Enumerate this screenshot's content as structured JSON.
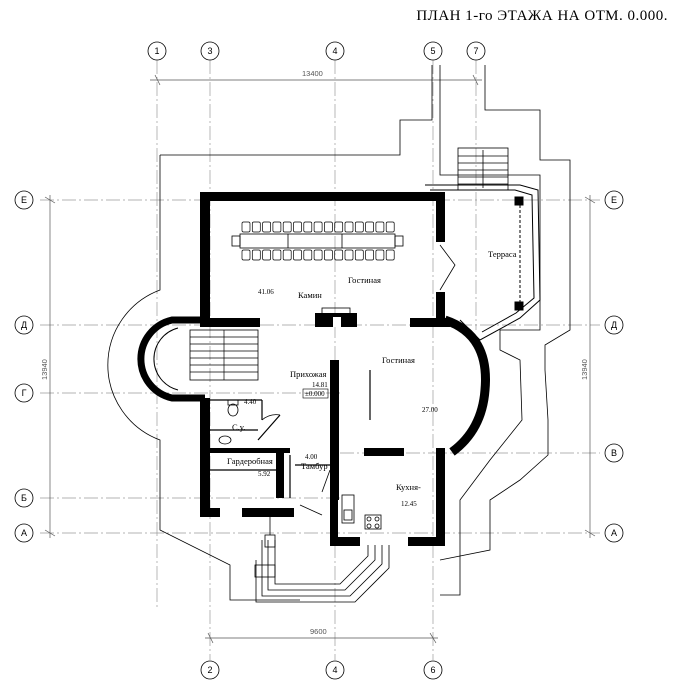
{
  "title": "ПЛАН 1-го ЭТАЖА НА ОТМ. 0.000.",
  "axes": {
    "top": [
      "1",
      "3",
      "4",
      "5",
      "7"
    ],
    "bottom": [
      "2",
      "4",
      "6"
    ],
    "left": [
      "Е",
      "Д",
      "Г",
      "Б",
      "А"
    ],
    "right": [
      "Е",
      "Д",
      "В",
      "А"
    ]
  },
  "dimensions": {
    "top": "13400",
    "bottom": "9600",
    "left": "13940",
    "right": "13940"
  },
  "rooms": {
    "living_top": "Гостиная",
    "living_top_area": "41.06",
    "fireplace": "Камин",
    "terrace": "Терраса",
    "hall": "Прихожая",
    "hall_area": "14.81",
    "level_mark": "±0.000",
    "living_main": "Гостиная",
    "living_main_area": "27.00",
    "wc": "С.у.",
    "wc_area": "4.40",
    "wardrobe": "Гардеробная",
    "wardrobe_area": "5.92",
    "vestibule": "Тамбур",
    "vestibule_area": "4.00",
    "kitchen": "Кухня-",
    "kitchen_area": "12.45"
  }
}
